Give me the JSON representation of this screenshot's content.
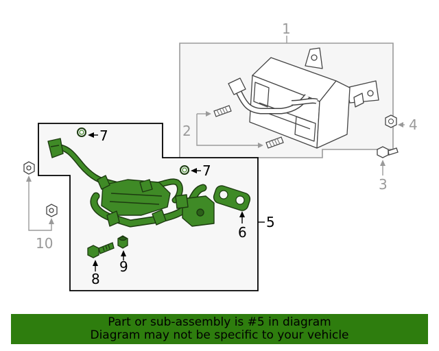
{
  "callouts": {
    "c1": "1",
    "c2": "2",
    "c3": "3",
    "c4": "4",
    "c5": "5",
    "c6": "6",
    "c7a": "7",
    "c7b": "7",
    "c8": "8",
    "c9": "9",
    "c10": "10"
  },
  "banner": {
    "line1": "Part or sub-assembly is #5 in diagram",
    "line2": "Diagram may not be specific to your vehicle"
  },
  "colors": {
    "highlight": "#2e7d0e",
    "part_green": "#3f8a26",
    "gray_line": "#9a9a9a"
  }
}
